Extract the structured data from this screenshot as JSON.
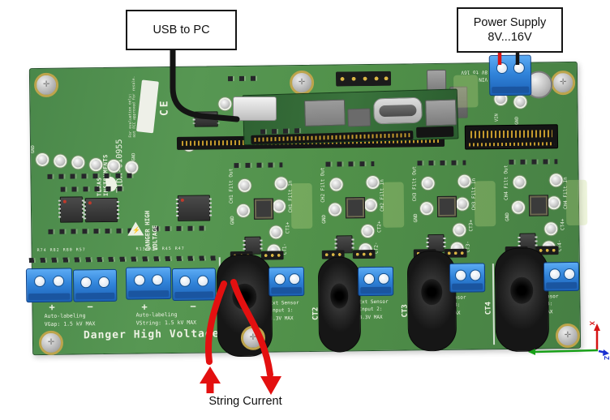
{
  "callouts": {
    "usb": "USB to PC",
    "power_line1": "Power Supply",
    "power_line2": "8V...16V",
    "string_current": "String Current"
  },
  "board": {
    "brand_line1": "Texas",
    "brand_line2": "Instruments",
    "board_id": "TIDA-010955",
    "eval_notice_line1": "For evaluation only;",
    "eval_notice_line2": "not FCC approved for resale.",
    "ce_mark": "CE",
    "power_in": {
      "range": "8V to 16V",
      "vin": "VIN",
      "tp_vin": "VIN",
      "tp_gnd": "GND"
    },
    "gnd_left": "GND",
    "gnd_right": "GND",
    "danger_vertical_line1": "DANGER HIGH",
    "danger_vertical_line2": "VOLTAGE",
    "danger_bottom": "Danger High Voltage",
    "hv_marks": [
      "+",
      "−",
      "+",
      "−"
    ],
    "auto_labels": [
      {
        "line1": "Auto-labeling",
        "line2": "VGap: 1.5 kV MAX"
      },
      {
        "line1": "Auto-labeling",
        "line2": "VString: 1.5 kV MAX"
      }
    ],
    "ref_rows": [
      "R74 R82 R80 R57",
      "R13 R39 R45 R47"
    ],
    "channels": [
      {
        "filt_out": "CH1 Filt Out",
        "gnd": "GND",
        "filt_in": "CH1 Filt In",
        "ct_plus": "CT1+",
        "ct_minus": "CT1-"
      },
      {
        "filt_out": "CH2 Filt Out",
        "gnd": "GND",
        "filt_in": "CH2 Filt In",
        "ct_plus": "CT2+",
        "ct_minus": "CT2-"
      },
      {
        "filt_out": "CH3 Filt Out",
        "gnd": "GND",
        "filt_in": "CH3 Filt In",
        "ct_plus": "CT3+",
        "ct_minus": "CT3-"
      },
      {
        "filt_out": "CH4 Filt Out",
        "gnd": "GND",
        "filt_in": "CH4 Filt In",
        "ct_plus": "CT4+",
        "ct_minus": "CT4-"
      }
    ],
    "ct_names": [
      "CT2",
      "CT3",
      "CT4"
    ],
    "ext_sensor_labels": [
      {
        "line1": "Ext Sensor",
        "line2": "Input 1:",
        "line3": "3.3V MAX"
      },
      {
        "line1": "Ext Sensor",
        "line2": "Input 2:",
        "line3": "3.3V MAX"
      },
      {
        "line1": "Ext Sensor",
        "line2": "Input 3:",
        "line3": "3.3V MAX"
      },
      {
        "line1": "Ext Sensor",
        "line2": "Input 4:",
        "line3": "3.3V MAX"
      }
    ],
    "axis": {
      "x": "X",
      "z": "Z"
    }
  },
  "colors": {
    "board_green": "#4e8c4c",
    "module_green": "#2f6533",
    "terminal_blue": "#2b7fe0",
    "wire_red": "#e31010",
    "cable_black": "#141414",
    "silkscreen": "#eef2e4",
    "axis_x_red": "#d61414",
    "axis_y_green": "#18a018",
    "axis_z_blue": "#1b2fd0"
  }
}
